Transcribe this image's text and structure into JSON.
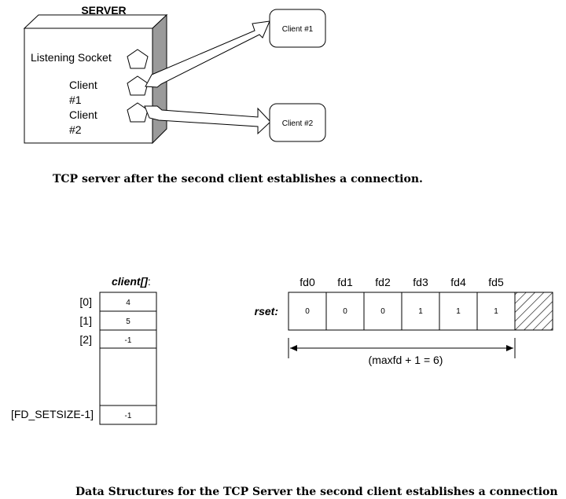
{
  "top_diagram": {
    "server_title": "SERVER",
    "listening_socket_label": "Listening Socket",
    "client1_label": [
      "Client",
      "#1"
    ],
    "client2_label": [
      "Client",
      "#2"
    ],
    "client1_box": "Client #1",
    "client2_box": "Client #2",
    "caption": "TCP server after the second client establishes a connection."
  },
  "client_array": {
    "title": "client[]",
    "title_suffix": ":",
    "rows": [
      {
        "index": "[0]",
        "value": "4"
      },
      {
        "index": "[1]",
        "value": "5"
      },
      {
        "index": "[2]",
        "value": "-1"
      }
    ],
    "last_row": {
      "index": "[FD_SETSIZE-1]",
      "value": "-1"
    }
  },
  "rset": {
    "label": "rset:",
    "columns": [
      {
        "name": "fd0",
        "value": "0"
      },
      {
        "name": "fd1",
        "value": "0"
      },
      {
        "name": "fd2",
        "value": "0"
      },
      {
        "name": "fd3",
        "value": "1"
      },
      {
        "name": "fd4",
        "value": "1"
      },
      {
        "name": "fd5",
        "value": "1"
      }
    ],
    "span_label": "(maxfd + 1 = 6)"
  },
  "bottom_caption": "Data Structures for the TCP Server the second client establishes a connection"
}
